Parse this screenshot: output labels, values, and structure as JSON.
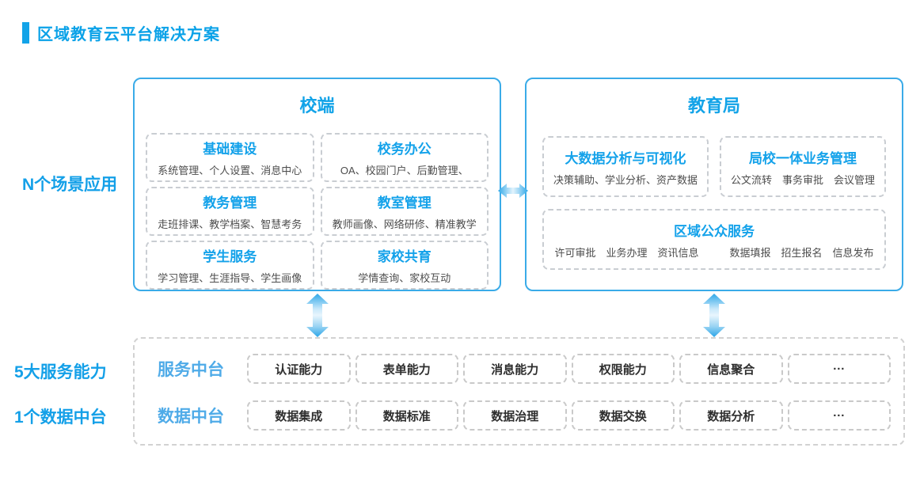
{
  "title": "区域教育云平台解决方案",
  "colors": {
    "accent_blue": "#12a3e8",
    "panel_border_blue": "#3aabe8",
    "platform_label_blue": "#4fabe8",
    "card_title_blue": "#14a2ea",
    "subtitle_gray": "#4d4d4d",
    "chip_text_dark": "#2e2e2e"
  },
  "side_labels": {
    "scenes": "N个场景应用",
    "services": "5大服务能力",
    "data_center": "1个数据中台"
  },
  "school_panel": {
    "title": "校端",
    "cards": [
      {
        "title": "基础建设",
        "subtitle": "系统管理、个人设置、消息中心"
      },
      {
        "title": "校务办公",
        "subtitle": "OA、校园门户、后勤管理、"
      },
      {
        "title": "教务管理",
        "subtitle": "走班排课、教学档案、智慧考务"
      },
      {
        "title": "教室管理",
        "subtitle": "教师画像、网络研修、精准教学"
      },
      {
        "title": "学生服务",
        "subtitle": "学习管理、生涯指导、学生画像"
      },
      {
        "title": "家校共育",
        "subtitle": "学情查询、家校互动"
      }
    ]
  },
  "bureau_panel": {
    "title": "教育局",
    "cards": [
      {
        "title": "大数据分析与可视化",
        "subtitle": "决策辅助、学业分析、资产数据"
      },
      {
        "title": "局校一体业务管理",
        "subtitle": "公文流转　事务审批　会议管理"
      },
      {
        "title": "区域公众服务",
        "subtitle": "许可审批　业务办理　资讯信息　　　数据填报　招生报名　信息发布"
      }
    ]
  },
  "platform_rows": [
    {
      "label": "服务中台",
      "chips": [
        "认证能力",
        "表单能力",
        "消息能力",
        "权限能力",
        "信息聚合",
        "···"
      ]
    },
    {
      "label": "数据中台",
      "chips": [
        "数据集成",
        "数据标准",
        "数据治理",
        "数据交换",
        "数据分析",
        "···"
      ]
    }
  ]
}
